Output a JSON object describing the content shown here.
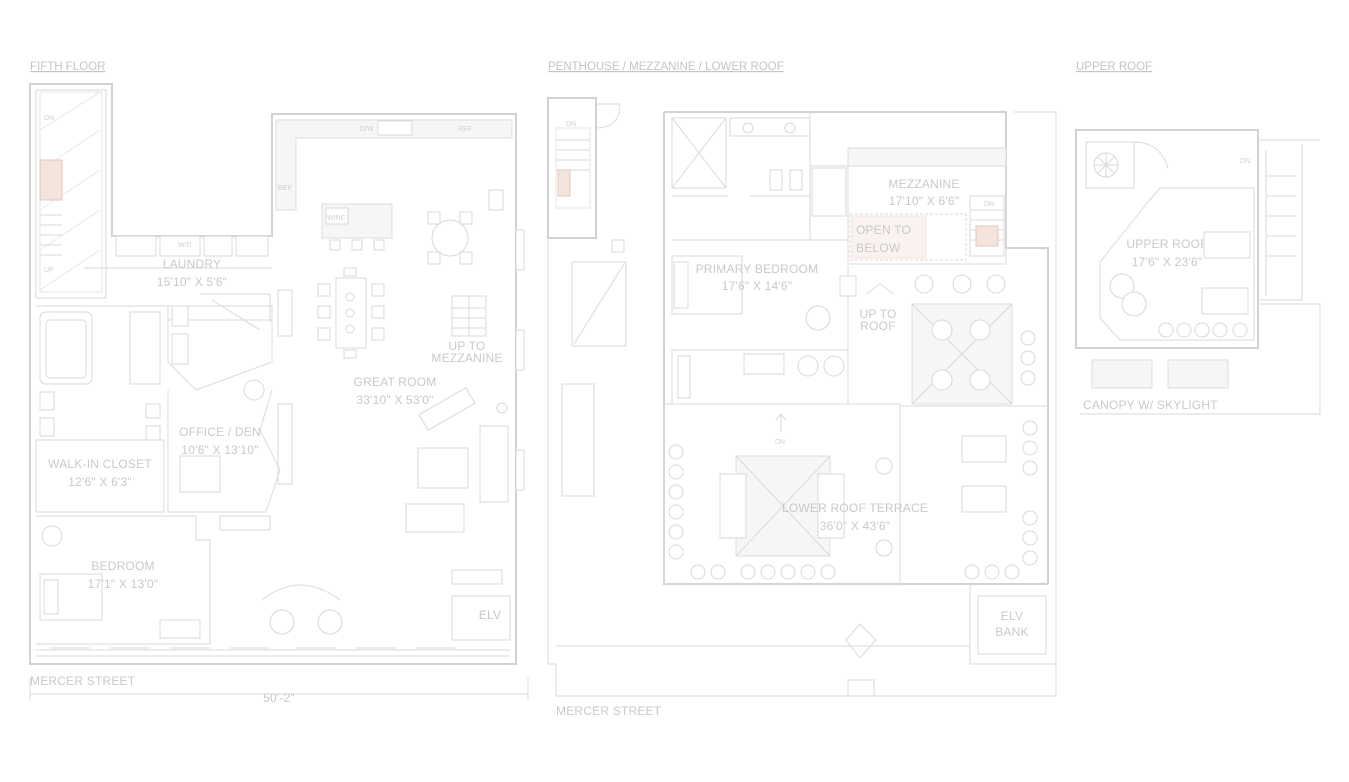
{
  "sections": {
    "fifth_floor": "FIFTH FLOOR",
    "penthouse": "PENTHOUSE / MEZZANINE / LOWER ROOF",
    "upper_roof": "UPPER ROOF"
  },
  "fifth": {
    "dn": "DN",
    "up": "UP",
    "wd": "W/D",
    "laundry_name": "LAUNDRY",
    "laundry_dim": "15'10\" X 5'6\"",
    "ref": "REF",
    "dw": "D/W",
    "ref2": "REF",
    "wine": "WINE",
    "great_room_name": "GREAT ROOM",
    "great_room_dim": "33'10\" X 53'0\"",
    "up_to_mezz_1": "UP TO",
    "up_to_mezz_2": "MEZZANINE",
    "office_name": "OFFICE / DEN",
    "office_dim": "10'6\" X 13'10\"",
    "closet_name": "WALK-IN CLOSET",
    "closet_dim": "12'6\" X 6'3\"",
    "bedroom_name": "BEDROOM",
    "bedroom_dim": "17'1\" X 13'0\"",
    "elv": "ELV",
    "street": "MERCER STREET",
    "width": "50'-2\""
  },
  "penthouse": {
    "dn": "DN",
    "mezz_name": "MEZZANINE",
    "mezz_dim": "17'10\" X 6'6\"",
    "dn2": "DN",
    "open_1": "OPEN TO",
    "open_2": "BELOW",
    "primary_name": "PRIMARY BEDROOM",
    "primary_dim": "17'6\" X 14'6\"",
    "up_roof_1": "UP TO",
    "up_roof_2": "ROOF",
    "dn3": "DN",
    "terrace_name": "LOWER ROOF TERRACE",
    "terrace_dim": "36'0\" X 43'6\"",
    "elv_1": "ELV",
    "elv_2": "BANK",
    "street": "MERCER STREET"
  },
  "upper": {
    "dn": "DN",
    "name": "UPPER ROOF",
    "dim": "17'6\" X 23'6\"",
    "canopy": "CANOPY W/ SKYLIGHT"
  },
  "colors": {
    "line": "#d2d2d2",
    "text": "#c9c9c9",
    "stair_accent": "#f3e4dc"
  }
}
